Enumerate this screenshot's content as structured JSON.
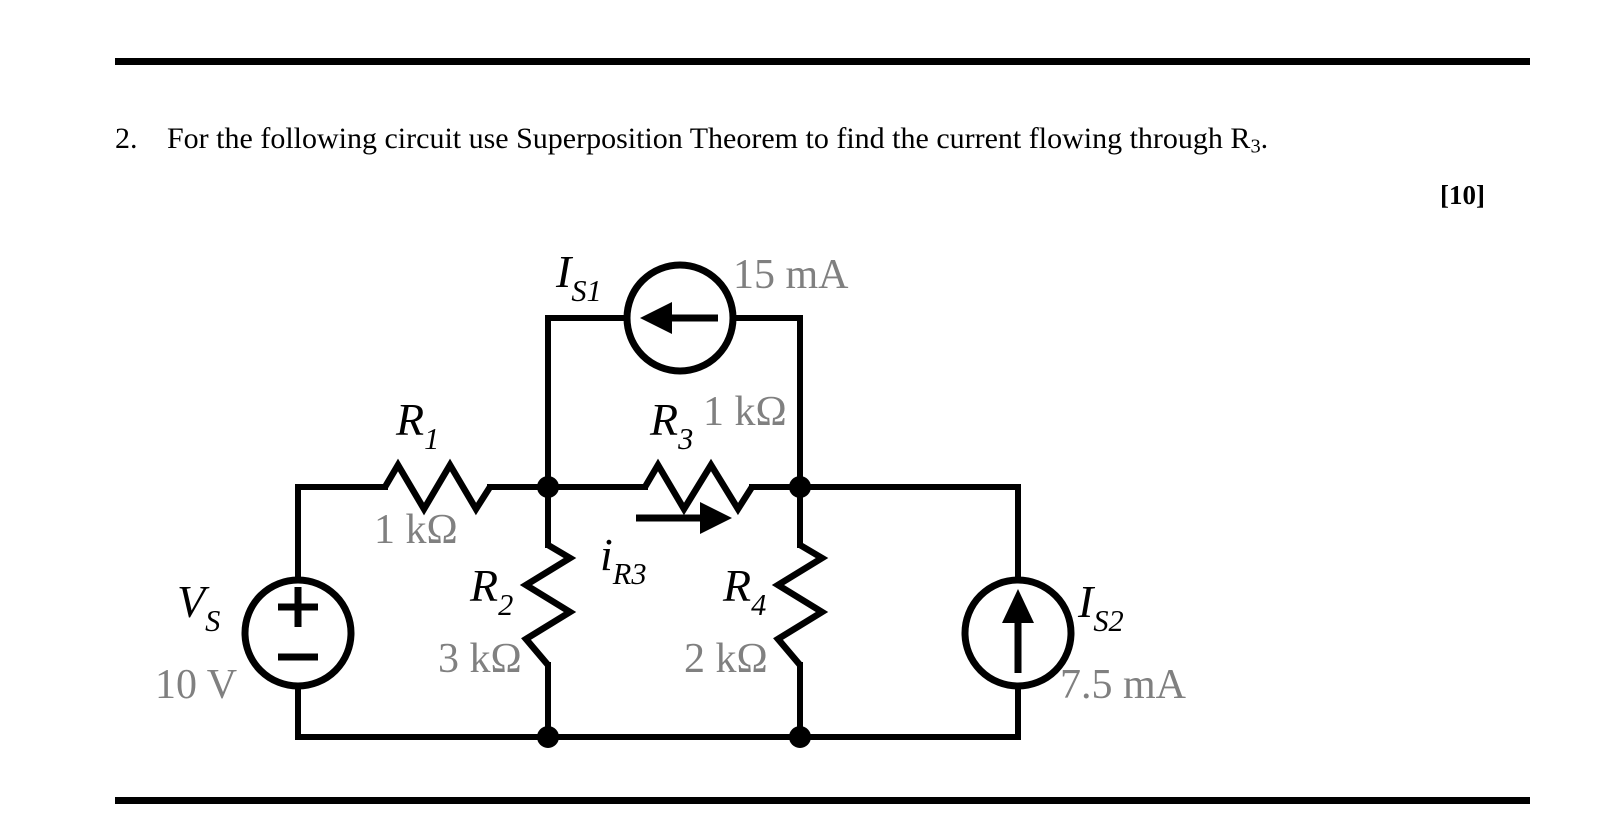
{
  "question": {
    "number": "2.",
    "text_before_sub": "For the following circuit use Superposition Theorem to find the current flowing through R",
    "subscript": "3",
    "text_after_sub": ".",
    "marks": "[10]"
  },
  "circuit": {
    "title": "superposition-theorem-circuit",
    "colors": {
      "wire": "#000000",
      "component_label": "#000000",
      "component_value": "#808080",
      "background": "#ffffff"
    },
    "voltage_source": {
      "label": "V",
      "label_sub": "S",
      "value": "10 V",
      "polarity_top": "+",
      "polarity_bottom": "−"
    },
    "current_source_1": {
      "label": "I",
      "label_sub": "S1",
      "value": "15 mA",
      "arrow_direction": "left"
    },
    "current_source_2": {
      "label": "I",
      "label_sub": "S2",
      "value": "7.5 mA",
      "arrow_direction": "up"
    },
    "resistors": [
      {
        "label": "R",
        "label_sub": "1",
        "value": "1 kΩ",
        "orientation": "horizontal"
      },
      {
        "label": "R",
        "label_sub": "2",
        "value": "3 kΩ",
        "orientation": "vertical"
      },
      {
        "label": "R",
        "label_sub": "3",
        "value": "1 kΩ",
        "orientation": "horizontal"
      },
      {
        "label": "R",
        "label_sub": "4",
        "value": "2 kΩ",
        "orientation": "vertical"
      }
    ],
    "current_marker": {
      "label": "i",
      "label_sub": "R3",
      "arrow_direction": "right"
    }
  }
}
